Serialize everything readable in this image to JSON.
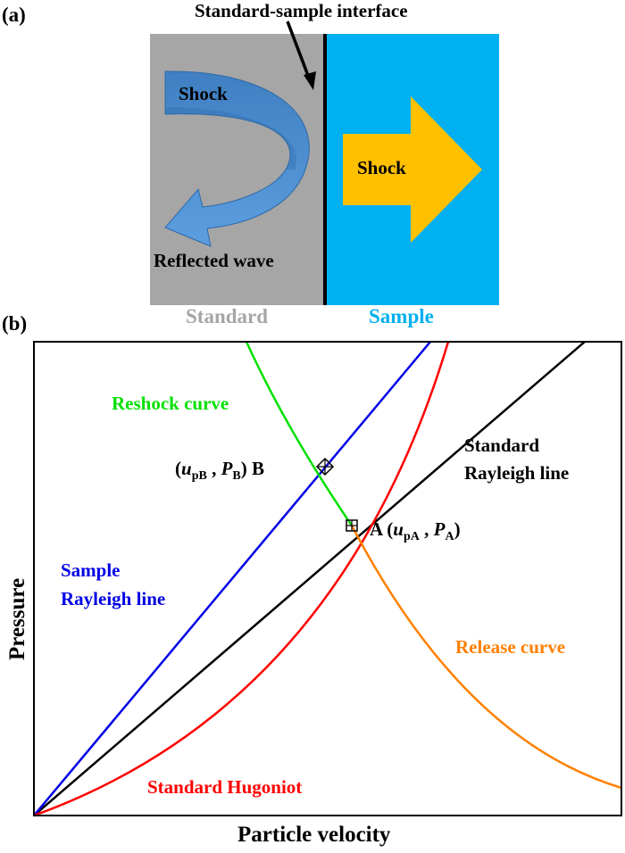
{
  "panel_a": {
    "label": "(a)",
    "interface_label": "Standard-sample interface",
    "shock_left_label": "Shock",
    "reflected_label": "Reflected wave",
    "shock_right_label": "Shock",
    "standard_label": "Standard",
    "sample_label": "Sample",
    "colors": {
      "standard_fill": "#a6a6a6",
      "sample_fill": "#00b0f0",
      "arrow_left": "#4a86c8",
      "arrow_right": "#ffc000",
      "standard_text": "#a6a6a6",
      "sample_text": "#00b0f0"
    }
  },
  "panel_b": {
    "label": "(b)",
    "xlabel": "Particle velocity",
    "ylabel": "Pressure",
    "curves": {
      "reshock": {
        "label": "Reshock curve",
        "color": "#00e000"
      },
      "sample_rayleigh": {
        "label_line1": "Sample",
        "label_line2": "Rayleigh line",
        "color": "#0000e6"
      },
      "standard_rayleigh": {
        "label_line1": "Standard",
        "label_line2": "Rayleigh line",
        "color": "#000000"
      },
      "standard_hugoniot": {
        "label": "Standard Hugoniot",
        "color": "#ff0000"
      },
      "release": {
        "label": "Release curve",
        "color": "#ff8000"
      }
    },
    "points": {
      "A": {
        "label": "A",
        "var_u": "u",
        "sub_u": "pA",
        "var_p": "P",
        "sub_p": "A"
      },
      "B": {
        "label": "B",
        "var_u": "u",
        "sub_u": "pB",
        "var_p": "P",
        "sub_p": "B"
      }
    }
  }
}
